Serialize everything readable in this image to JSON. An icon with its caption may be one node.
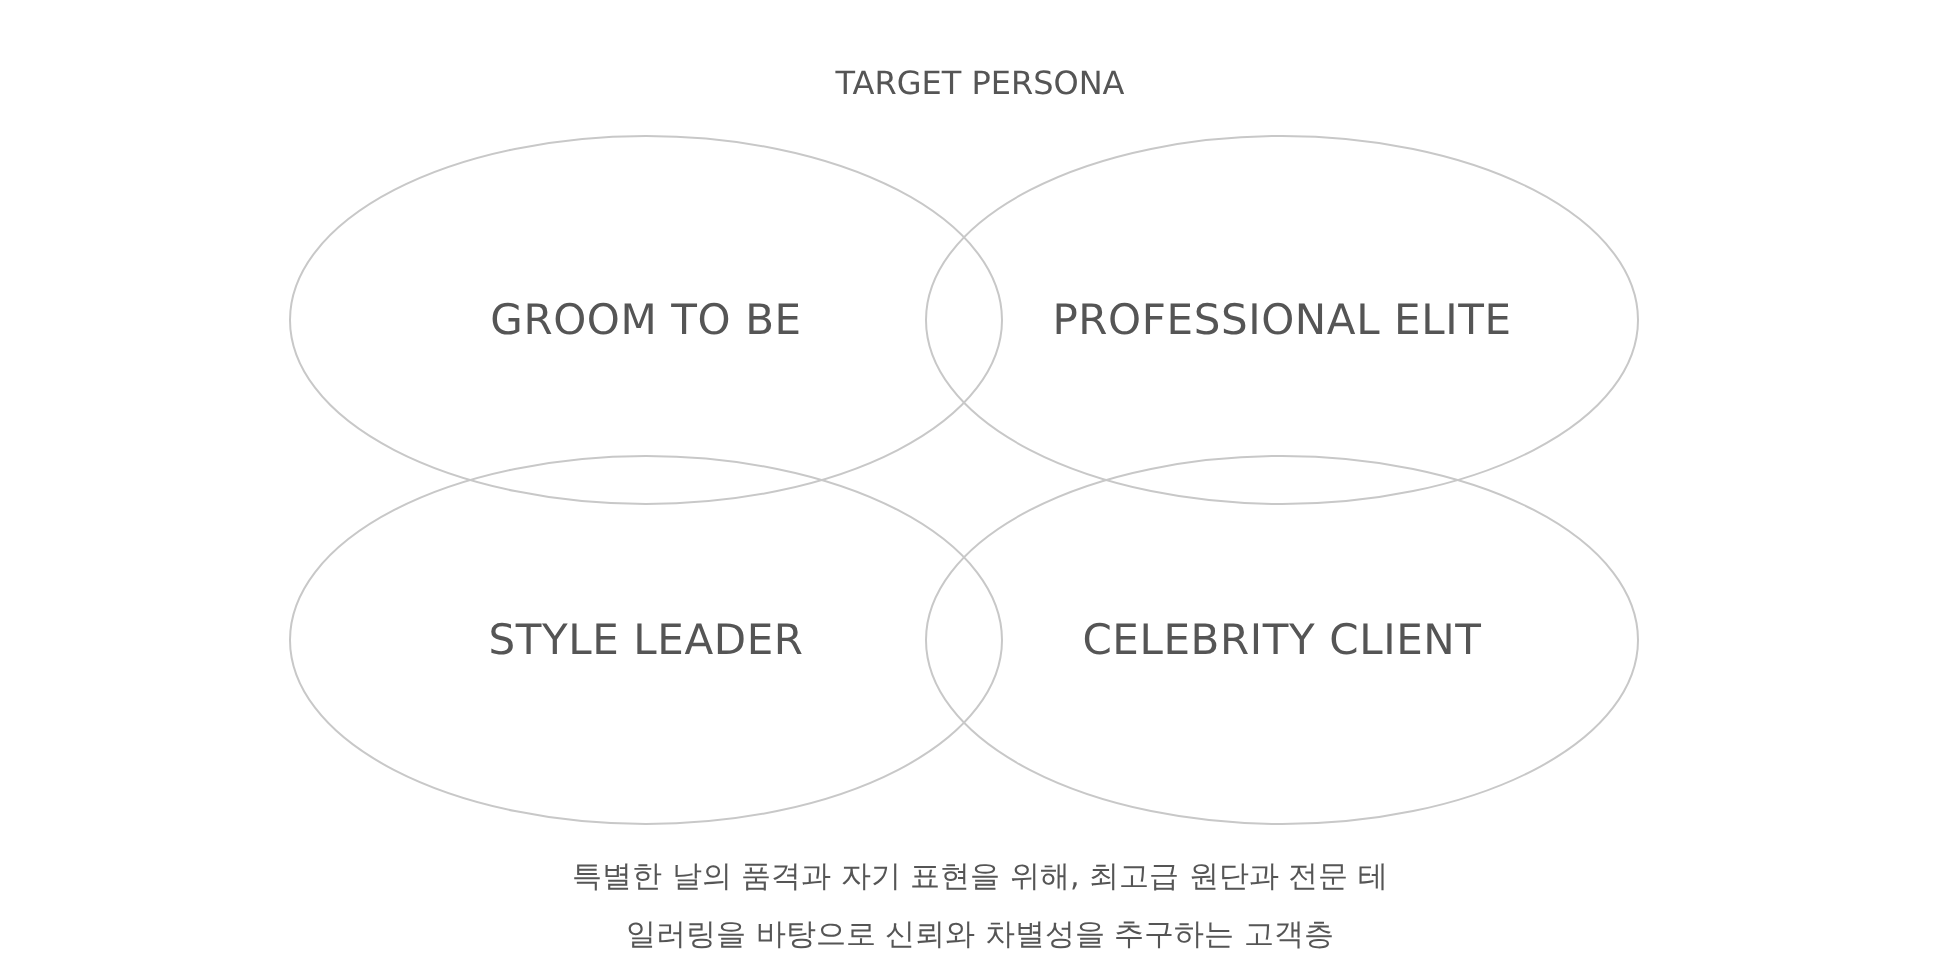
{
  "diagram": {
    "title": "TARGET PERSONA",
    "nodes": [
      {
        "text": [
          "GROOM TO BE"
        ]
      },
      {
        "text": [
          "PROFESSIONAL ELITE"
        ]
      },
      {
        "text": [
          "STYLE LEADER"
        ]
      },
      {
        "text": [
          "CELEBRITY CLIENT"
        ]
      }
    ],
    "caption": "특별한 날의 품격과 자기 표현을 위해, 최고급 원단과 전문 테일러링을 바탕으로 신뢰와 차별성을 추구하는 고객층"
  }
}
